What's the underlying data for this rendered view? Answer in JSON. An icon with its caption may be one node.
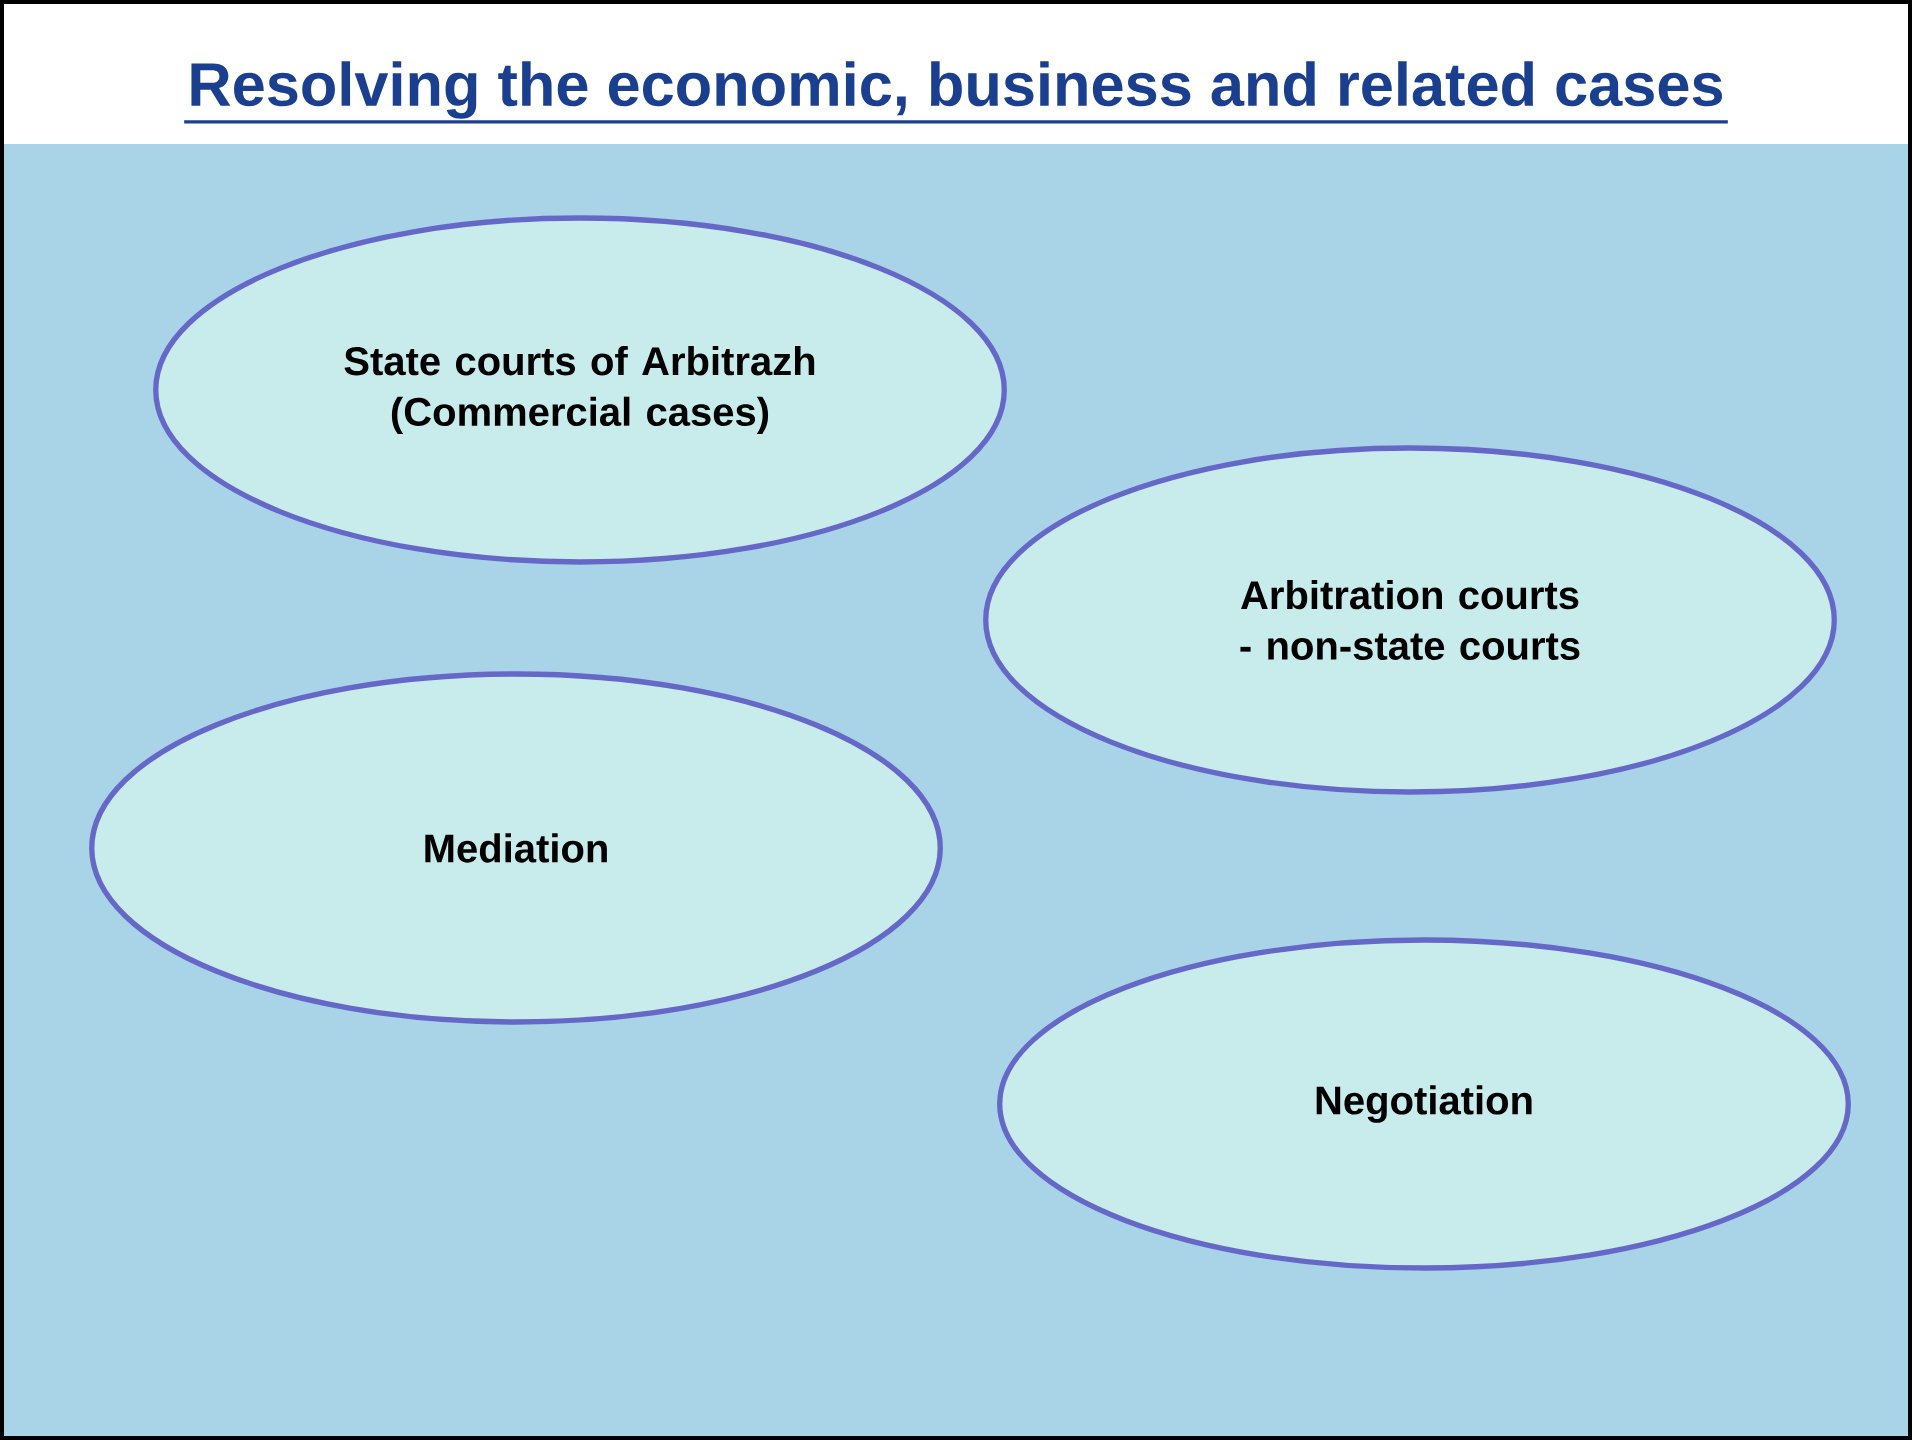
{
  "diagram": {
    "title": "Resolving the economic, business and related cases",
    "nodes": [
      {
        "text": [
          "State courts of Arbitrazh (Commercial cases)"
        ]
      },
      {
        "text": [
          "Arbitration courts - non-state courts"
        ]
      },
      {
        "text": [
          "Mediation"
        ]
      },
      {
        "text": [
          "Negotiation"
        ]
      }
    ]
  }
}
